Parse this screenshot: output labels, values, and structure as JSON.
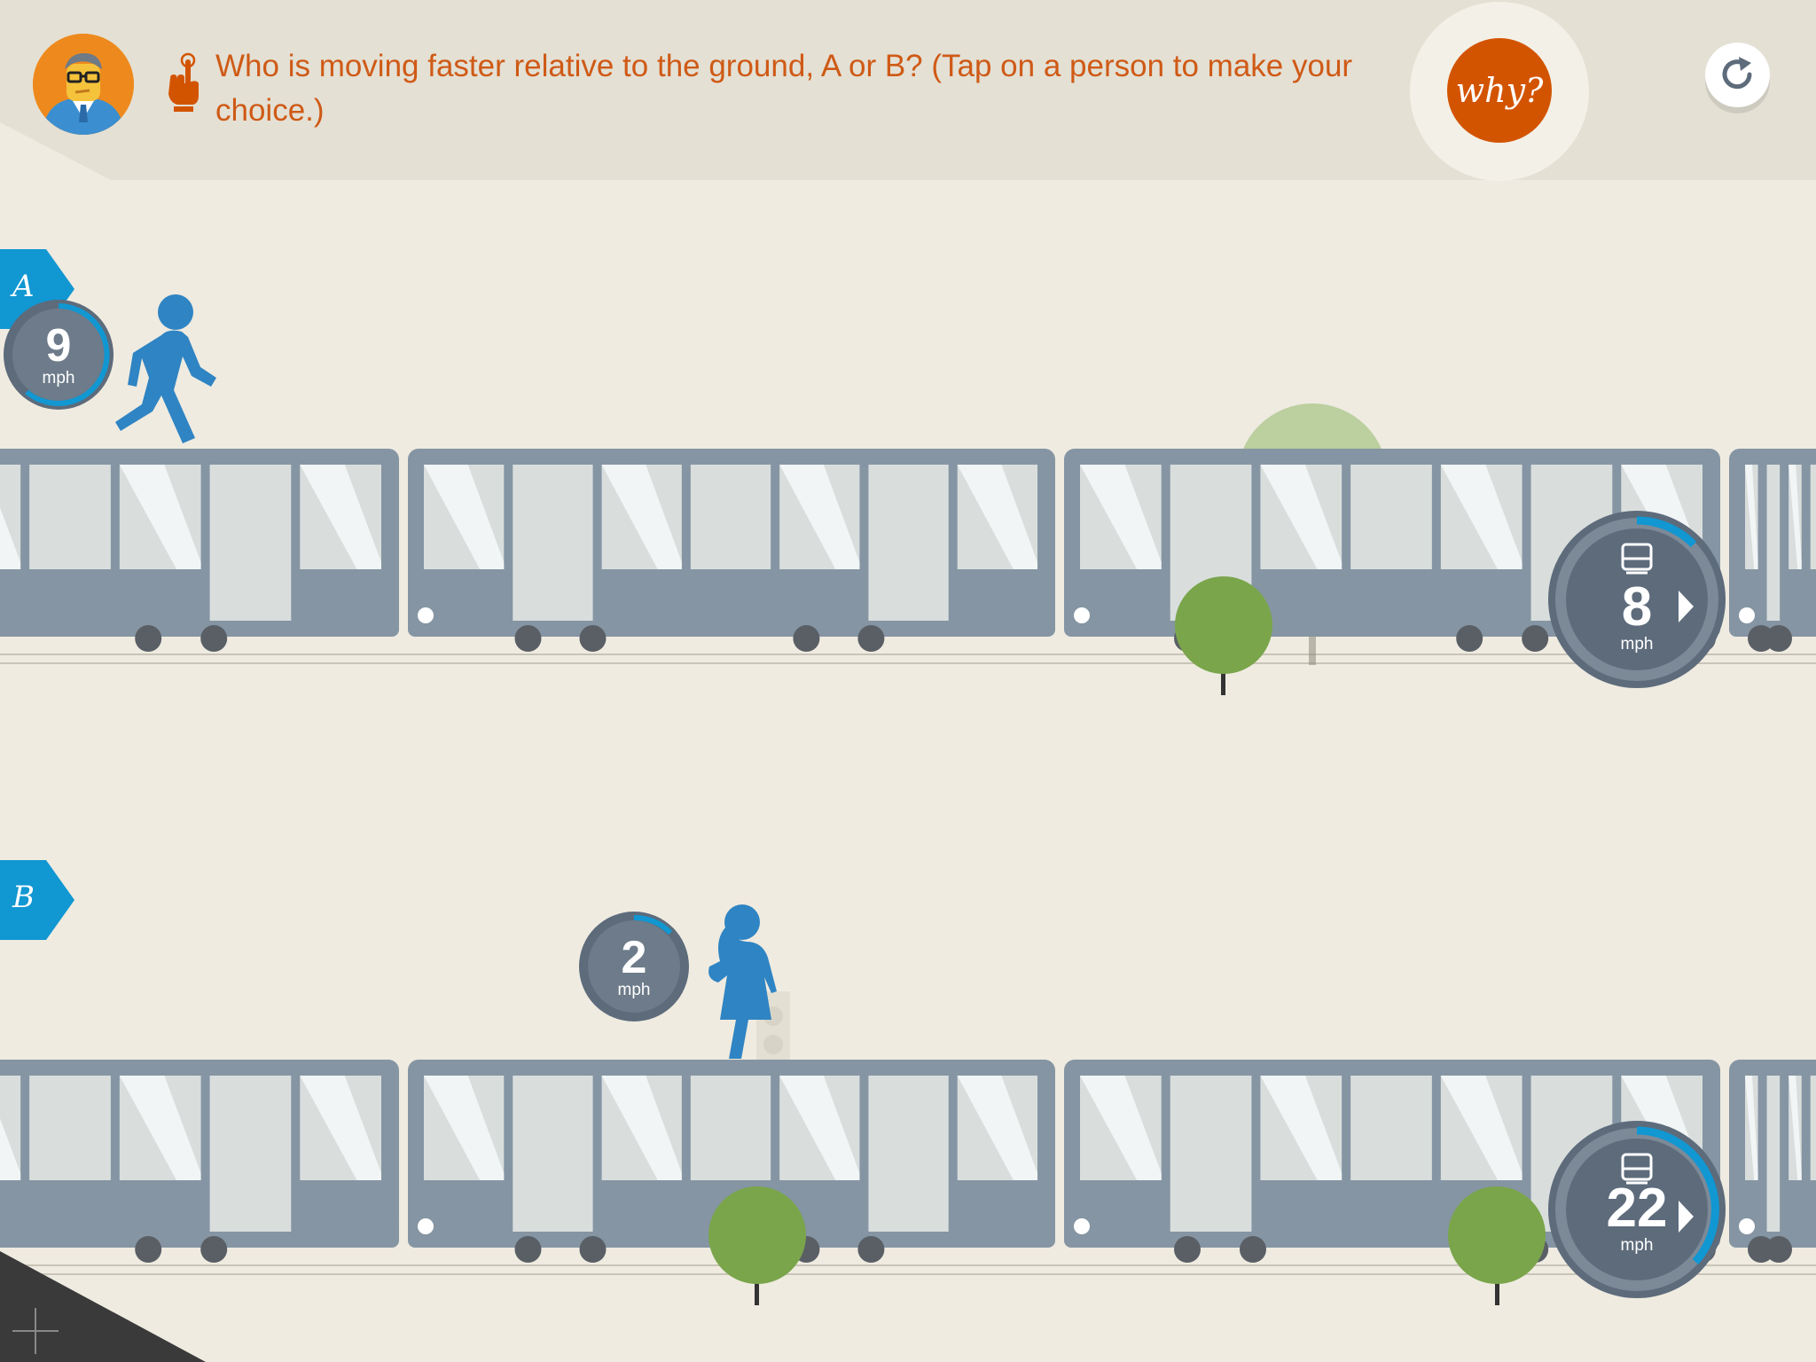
{
  "prompt": {
    "question": "Who is moving faster relative to the ground, A or B? (Tap on a person to make your choice.)",
    "icons": {
      "avatar": "professor-avatar-icon",
      "hint": "tap-hand-icon"
    }
  },
  "buttons": {
    "why_label": "why?",
    "reset_icon": "reset-arrow-icon"
  },
  "rows": [
    {
      "id": "A",
      "label": "A",
      "person_speed": "9",
      "vehicle_speed": "8",
      "unit": "mph",
      "person_icon": "walking-man-icon",
      "vehicle_icon": "tram-icon",
      "direction_icon": "play-arrow-icon"
    },
    {
      "id": "B",
      "label": "B",
      "person_speed": "2",
      "vehicle_speed": "22",
      "unit": "mph",
      "person_icon": "standing-woman-icon",
      "vehicle_icon": "tram-icon",
      "direction_icon": "play-arrow-icon"
    }
  ],
  "colors": {
    "accent": "#d35400",
    "question_text": "#cf5a16",
    "tag_blue": "#1197d2",
    "person_blue": "#2f84c3",
    "tram_gray": "#8595a3",
    "dial_dark": "#5d6b7b",
    "tree_green": "#7aa54b",
    "background": "#efebe0"
  }
}
